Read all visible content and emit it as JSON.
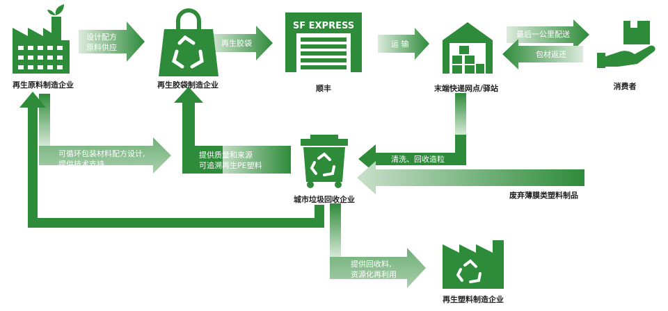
{
  "colors": {
    "green": "#2e8b3a",
    "green_dark": "#1f7a2e",
    "fade": "#cfe3d0"
  },
  "nodes": {
    "factory": {
      "label": "再生原料制造企业",
      "icon": "factory-icon"
    },
    "bag_maker": {
      "label": "再生胶袋制造企业",
      "icon": "recycle-bag-icon"
    },
    "sf": {
      "label": "顺丰",
      "sign": "SF EXPRESS",
      "icon": "warehouse-door-icon"
    },
    "station": {
      "label": "末端快递网点/驿站",
      "icon": "warehouse-boxes-icon"
    },
    "consumer": {
      "label": "消费者",
      "icon": "hand-box-icon"
    },
    "recycler": {
      "label": "城市垃圾回收企业",
      "icon": "recycle-bin-icon"
    },
    "plastic_maker": {
      "label": "再生塑料制造企业",
      "icon": "recycle-factory-icon"
    }
  },
  "flows": {
    "design_supply": [
      "设计配方",
      "原料供应"
    ],
    "recycled_bag": "再生胶袋",
    "transport": "运 输",
    "last_mile": "最后一公里配送",
    "return_pack": "包材返还",
    "clean_pellet": "清洗、回收造粒",
    "waste_film": "废弃薄膜类塑料制品",
    "design_support": [
      "可循环包装材料配方设计,",
      "提供技术支持"
    ],
    "quality_trace": [
      "提供质量和来源",
      "可追溯再生PE塑料"
    ],
    "supply_recycled": [
      "提供回收料,",
      "资源化再利用"
    ]
  }
}
